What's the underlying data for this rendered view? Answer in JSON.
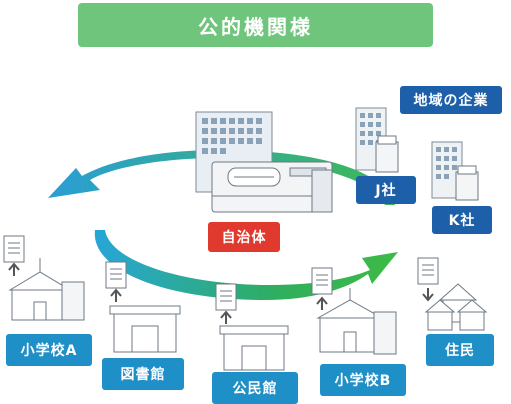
{
  "title": "公的機関様",
  "center": {
    "label": "自治体"
  },
  "companies": {
    "header": "地域の企業",
    "j": "J社",
    "k": "K社"
  },
  "destinations": {
    "school_a": "小学校A",
    "library": "図書館",
    "community_hall": "公民館",
    "school_b": "小学校B",
    "residents": "住民"
  },
  "colors": {
    "title_green": "#6fc57b",
    "label_blue": "#1d5fa8",
    "label_teal": "#1f8fc7",
    "label_red": "#e03a2e",
    "arrow_green": "#2fae5e",
    "arrow_blue": "#2a8fd0"
  }
}
